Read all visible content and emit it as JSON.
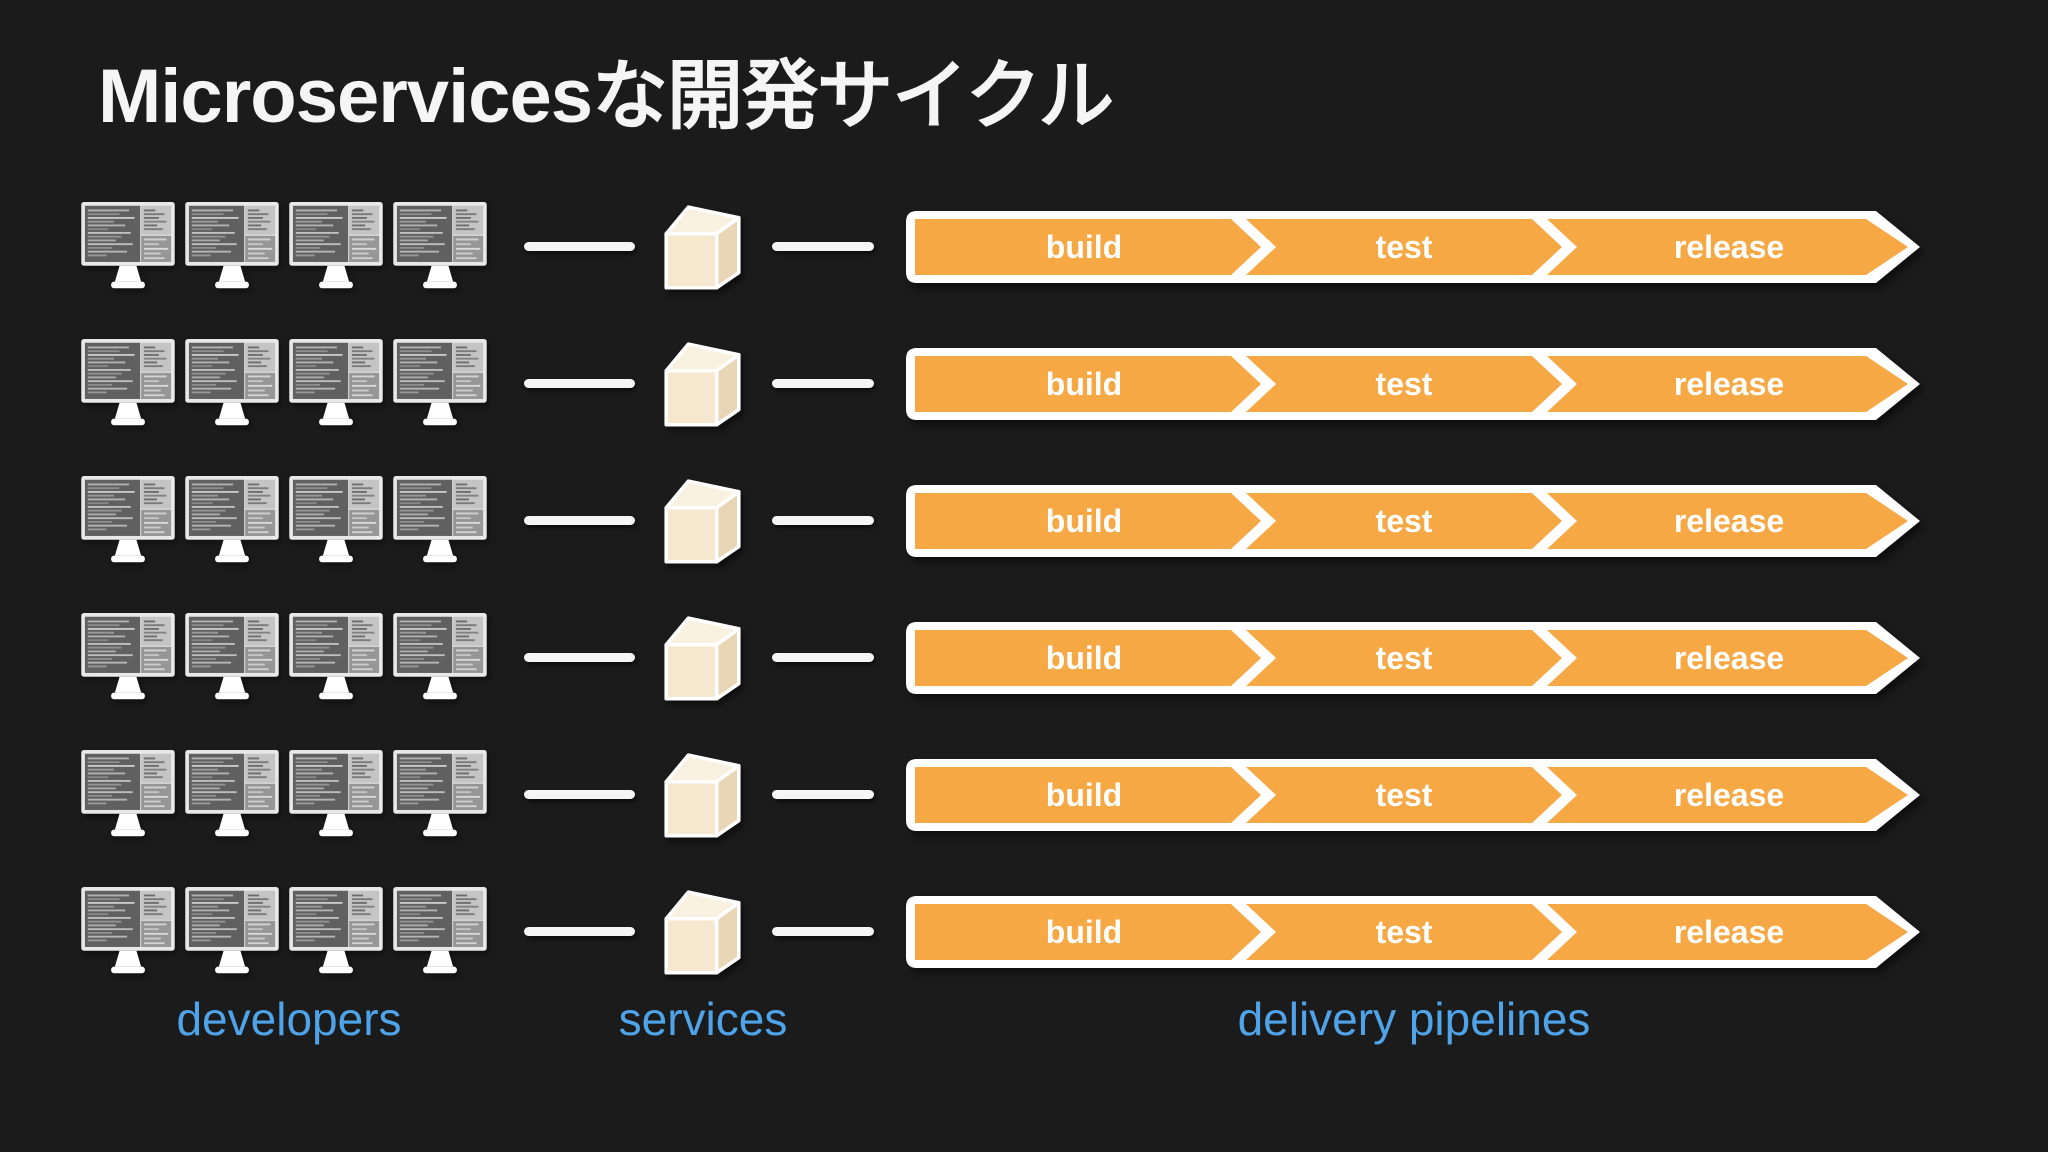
{
  "title": "Microservicesな開発サイクル",
  "columns": {
    "developers": "developers",
    "services": "services",
    "pipelines": "delivery pipelines"
  },
  "pipeline": {
    "stages": [
      "build",
      "test",
      "release"
    ]
  },
  "num_service_rows": 6,
  "monitors_per_row": 4,
  "colors": {
    "background": "#1B1B1B",
    "orange": "#F5A843",
    "blue": "#4FA3E8",
    "white": "#FFFFFF",
    "cube_top": "#F9F1DF",
    "cube_front": "#F6E8CE",
    "cube_side": "#E9D6B6"
  }
}
